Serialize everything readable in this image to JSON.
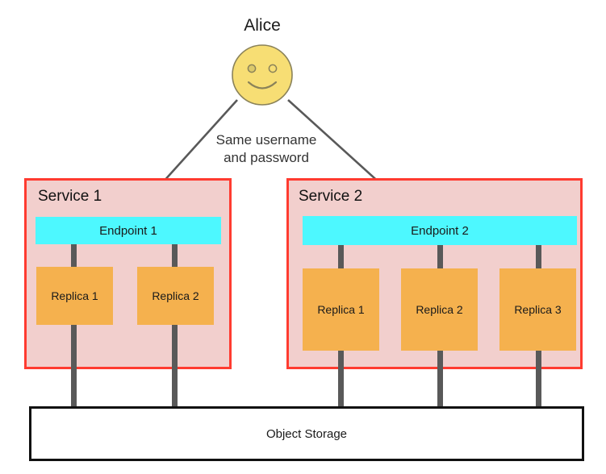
{
  "diagram": {
    "title_actor": "Alice",
    "edge_label": "Same username\nand password",
    "edge_label_line1": "Same username",
    "edge_label_line2": "and password",
    "storage_label": "Object Storage",
    "colors": {
      "service_fill": "#F2CFCD",
      "service_border": "#FF3B30",
      "endpoint_fill": "#4DF8FF",
      "replica_fill": "#F5B14E",
      "storage_fill": "#FFFFFF",
      "storage_border": "#111111",
      "connector": "#595959",
      "actor_face": "#F7DE74",
      "actor_outline": "#8A8259",
      "arrow": "#595959",
      "text": "#1a1a1a",
      "edge_label_text": "#333333"
    },
    "services": [
      {
        "name": "Service 1",
        "endpoint": "Endpoint 1",
        "replicas": [
          {
            "label": "Replica 1"
          },
          {
            "label": "Replica 2"
          }
        ]
      },
      {
        "name": "Service 2",
        "endpoint": "Endpoint 2",
        "replicas": [
          {
            "label": "Replica 1"
          },
          {
            "label": "Replica 2"
          },
          {
            "label": "Replica 3"
          }
        ]
      }
    ],
    "icons": {
      "actor": "smiley-face-icon",
      "arrow": "arrow-head-icon"
    }
  }
}
